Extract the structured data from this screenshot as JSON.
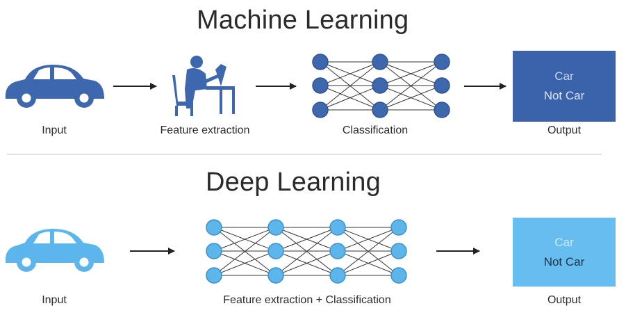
{
  "machine_learning": {
    "title": "Machine Learning",
    "input_label": "Input",
    "feature_label": "Feature extraction",
    "classification_label": "Classification",
    "output_label": "Output",
    "output_options": [
      "Car",
      "Not Car"
    ],
    "icons": [
      "car-icon",
      "person-at-computer-icon",
      "neural-network-icon"
    ],
    "colors": {
      "primary": "#3d68ae",
      "output_box": "#3a63ac",
      "option_car": "#c8d7f0",
      "option_not_car": "#dbe5f6"
    }
  },
  "deep_learning": {
    "title": "Deep Learning",
    "input_label": "Input",
    "feature_classification_label": "Feature extraction + Classification",
    "output_label": "Output",
    "output_options": [
      "Car",
      "Not Car"
    ],
    "icons": [
      "car-icon",
      "neural-network-icon"
    ],
    "colors": {
      "primary": "#5cb6ec",
      "output_box": "#65bdf0",
      "option_car": "#cdeafb",
      "option_not_car": "#1f3347"
    }
  }
}
